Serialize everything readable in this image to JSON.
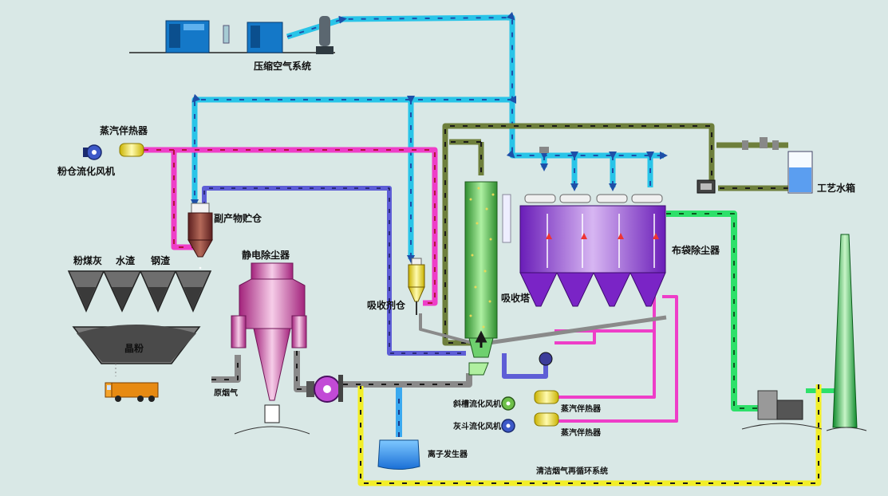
{
  "labels": {
    "compressed_air_system": "压缩空气系统",
    "steam_heater_top": "蒸汽伴热器",
    "silo_fluidizing_fan": "粉仓流化风机",
    "byproduct_silo": "副产物贮仓",
    "fly_ash": "粉煤灰",
    "water_slag": "水渣",
    "steel_slag": "钢渣",
    "crystal_powder": "晶粉",
    "electrostatic_precipitator": "静电除尘器",
    "raw_flue_gas": "原烟气",
    "absorbent_silo": "吸收剂仓",
    "absorption_tower": "吸收塔",
    "bag_filter": "布袋除尘器",
    "process_water_tank": "工艺水箱",
    "chute_fluidizing_fan": "斜槽流化风机",
    "steam_heater_mid": "蒸汽伴热器",
    "hopper_fluidizing_fan": "灰斗流化风机",
    "steam_heater_low": "蒸汽伴热器",
    "ion_generator": "离子发生器",
    "clean_flue_gas_recirculation": "清洁烟气再循环系统"
  },
  "colors": {
    "background": "#d9e8e6",
    "compressed_air": "#29c4e8",
    "steam": "#ee3ec8",
    "process_water": "#6e7f3c",
    "byproduct_return": "#5e5ed6",
    "raw_gas": "#8a8a8a",
    "clean_gas": "#2ee06a",
    "recirculation": "#f2ee28",
    "bag_filter_body": "#8a2bd2",
    "esp_body": "#c62f98",
    "tower": "#3cae3c"
  },
  "icons": [
    "air-compressor-icon",
    "fan-icon",
    "truck-icon",
    "chimney-icon",
    "valve-icon",
    "pump-icon"
  ]
}
